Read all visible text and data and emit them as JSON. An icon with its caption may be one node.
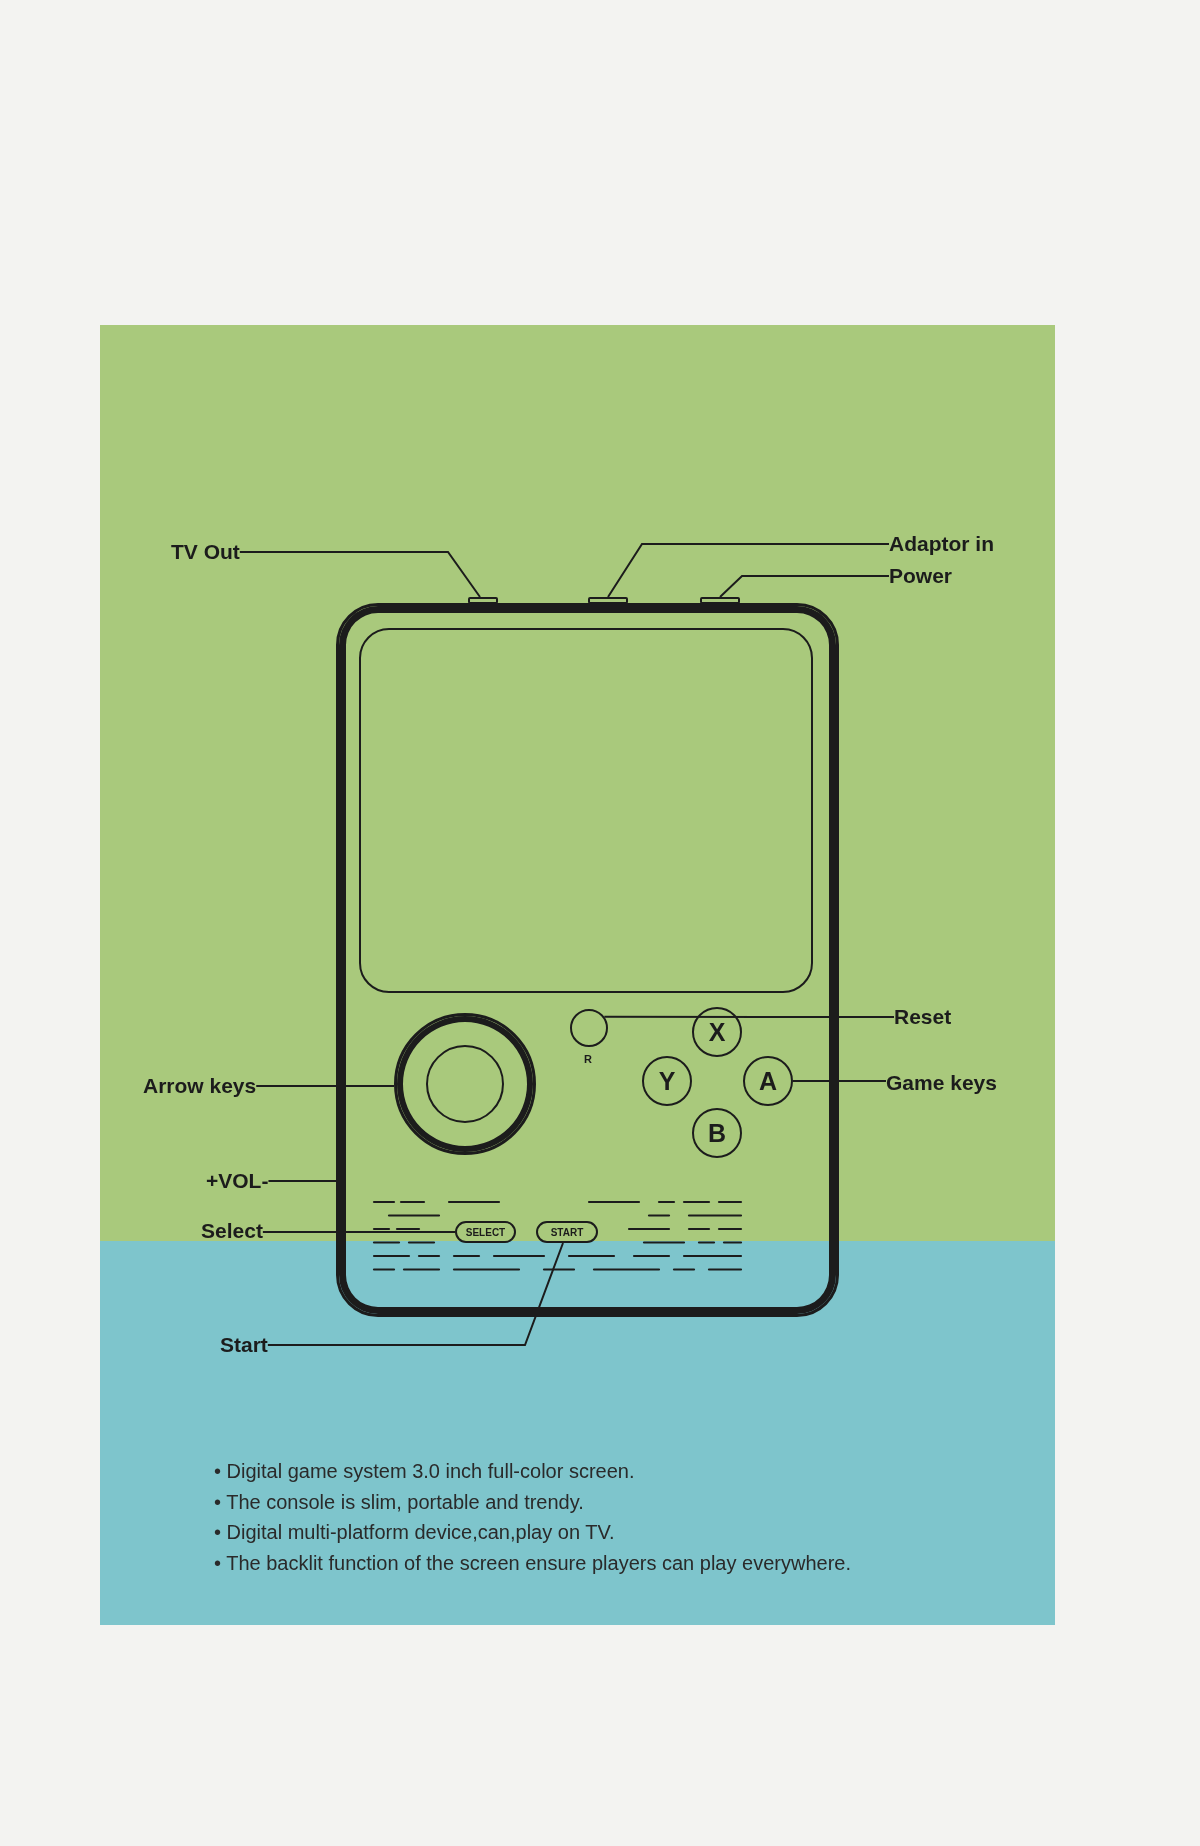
{
  "diagram": {
    "nodes": [
      {
        "text": [
          "TV Out"
        ]
      },
      {
        "text": [
          "Adaptor in"
        ]
      },
      {
        "text": [
          "Power"
        ]
      },
      {
        "text": [],
        "shape": "box"
      },
      {
        "text": [],
        "shape": "bar",
        "in": 3
      },
      {
        "text": [],
        "shape": "bar",
        "in": 3
      },
      {
        "text": [],
        "shape": "bar",
        "in": 3
      },
      {
        "text": [],
        "shape": "box",
        "in": 3
      },
      {
        "text": [
          "Reset"
        ]
      },
      {
        "text": [],
        "shape": "circle",
        "in": 3,
        "beside": [
          "R"
        ]
      },
      {
        "text": [
          "X"
        ],
        "in": 3
      },
      {
        "text": [
          "Arrow keys"
        ]
      },
      {
        "text": [],
        "shape": "circle",
        "in": 3
      },
      {
        "text": [
          "Y"
        ],
        "in": 3
      },
      {
        "text": [
          "A"
        ],
        "in": 3
      },
      {
        "text": [
          "Game keys"
        ]
      },
      {
        "text": [
          "B"
        ],
        "in": 3
      },
      {
        "text": [
          "+VOL-"
        ]
      },
      {
        "text": [
          "Select"
        ]
      },
      {
        "text": [
          "SELECT"
        ],
        "in": 3
      },
      {
        "text": [
          "START"
        ],
        "in": 3
      },
      {
        "text": [
          "Start"
        ]
      }
    ],
    "edges": [
      {
        "from": 0,
        "to": 4,
        "arrow": "none"
      },
      {
        "from": 1,
        "to": 5,
        "arrow": "none"
      },
      {
        "from": 2,
        "to": 6,
        "arrow": "none"
      },
      {
        "from": 8,
        "to": 9,
        "arrow": "none"
      },
      {
        "from": 11,
        "to": 12,
        "arrow": "none"
      },
      {
        "from": 15,
        "to": 14,
        "arrow": "none"
      },
      {
        "from": 17,
        "to": 3,
        "arrow": "none"
      },
      {
        "from": 18,
        "to": 19,
        "arrow": "none"
      },
      {
        "from": 21,
        "to": 20,
        "arrow": "none"
      }
    ],
    "labels": [
      "• Digital game system 3.0 inch full-color screen.",
      "• The console is slim, portable and trendy.",
      "• Digital multi-platform device,can,play on TV.",
      "• The backlit function of the screen ensure players can play everywhere."
    ]
  }
}
